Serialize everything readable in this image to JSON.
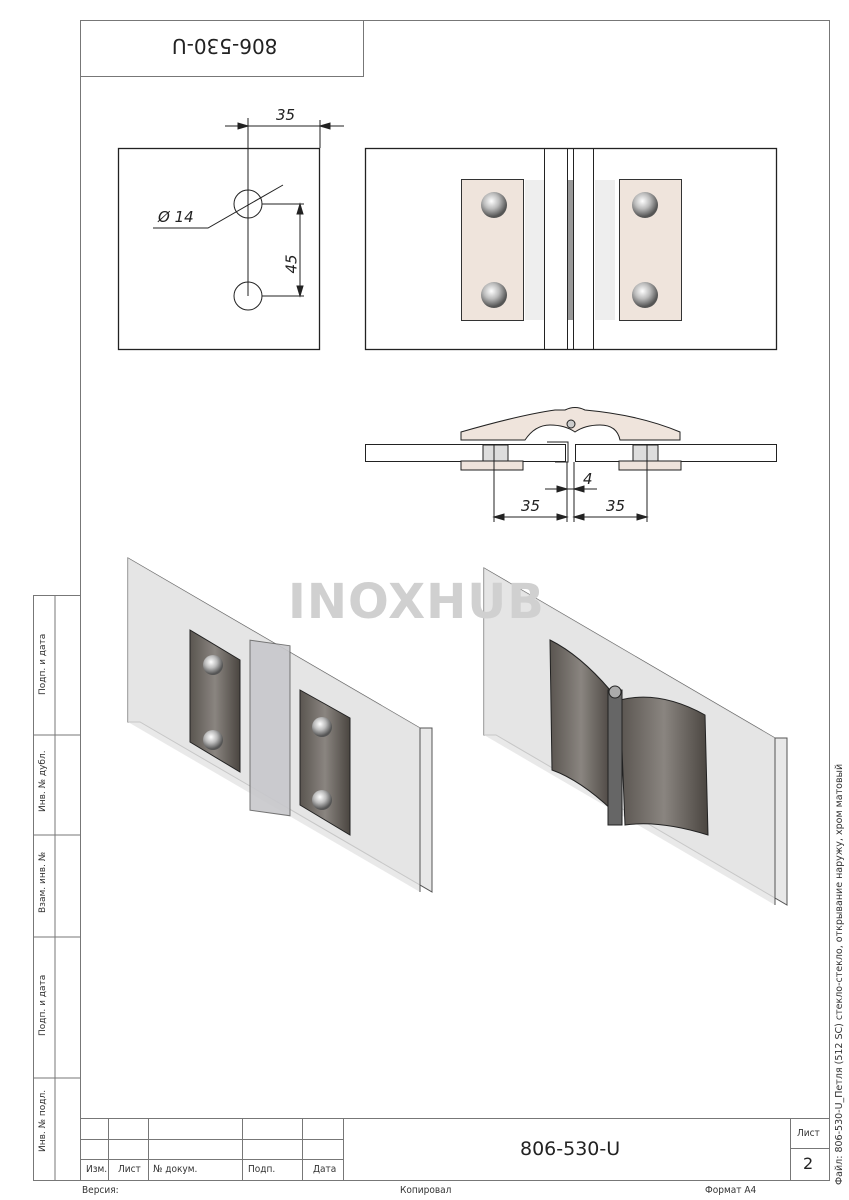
{
  "drawing_code": "806-530-U",
  "top_box_code": "806-530-U",
  "watermark": "INOXHUB",
  "dimensions": {
    "hole_spacing_horizontal": "35",
    "hole_diameter": "Ø 14",
    "hole_spacing_vertical": "45",
    "gap": "4",
    "left_offset": "35",
    "right_offset": "35"
  },
  "stamps": [
    "Подп. и дата",
    "Инв. № дубл.",
    "Взам. инв. №",
    "Подп. и дата",
    "Инв. № подл."
  ],
  "title_block": {
    "columns": [
      "Изм.",
      "Лист",
      "№ докум.",
      "Подп.",
      "Дата"
    ],
    "sheet_label": "Лист",
    "sheet_number": "2",
    "designation": "806-530-U"
  },
  "footer": {
    "version": "Версия:",
    "copied": "Копировал",
    "format": "Формат A4"
  },
  "file_caption": "Файл: 806-530-U_Петля (512 SC) стекло-стекло, открывание наружу, хром матовый"
}
